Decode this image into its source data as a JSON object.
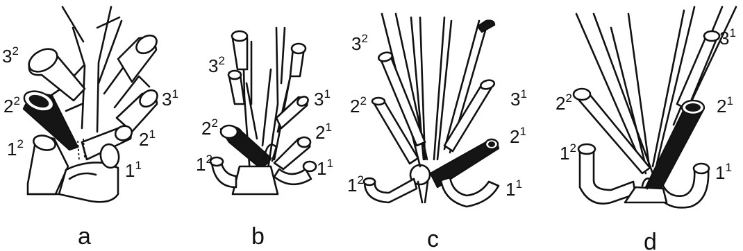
{
  "panels": [
    {
      "id": "a",
      "letter": "a",
      "labels": [
        {
          "base": "3",
          "sup": "2"
        },
        {
          "base": "2",
          "sup": "2"
        },
        {
          "base": "1",
          "sup": "2"
        },
        {
          "base": "3",
          "sup": "1"
        },
        {
          "base": "2",
          "sup": "1"
        },
        {
          "base": "1",
          "sup": "1"
        }
      ]
    },
    {
      "id": "b",
      "letter": "b",
      "labels": [
        {
          "base": "3",
          "sup": "2"
        },
        {
          "base": "2",
          "sup": "2"
        },
        {
          "base": "1",
          "sup": "2"
        },
        {
          "base": "3",
          "sup": "1"
        },
        {
          "base": "2",
          "sup": "1"
        },
        {
          "base": "1",
          "sup": "1"
        }
      ]
    },
    {
      "id": "c",
      "letter": "c",
      "labels": [
        {
          "base": "3",
          "sup": "2"
        },
        {
          "base": "2",
          "sup": "2"
        },
        {
          "base": "1",
          "sup": "2"
        },
        {
          "base": "3",
          "sup": "1"
        },
        {
          "base": "2",
          "sup": "1"
        },
        {
          "base": "1",
          "sup": "1"
        }
      ]
    },
    {
      "id": "d",
      "letter": "d",
      "labels": [
        {
          "base": "2",
          "sup": "2"
        },
        {
          "base": "1",
          "sup": "2"
        },
        {
          "base": "3",
          "sup": "1"
        },
        {
          "base": "2",
          "sup": "1"
        },
        {
          "base": "1",
          "sup": "1"
        }
      ]
    }
  ]
}
